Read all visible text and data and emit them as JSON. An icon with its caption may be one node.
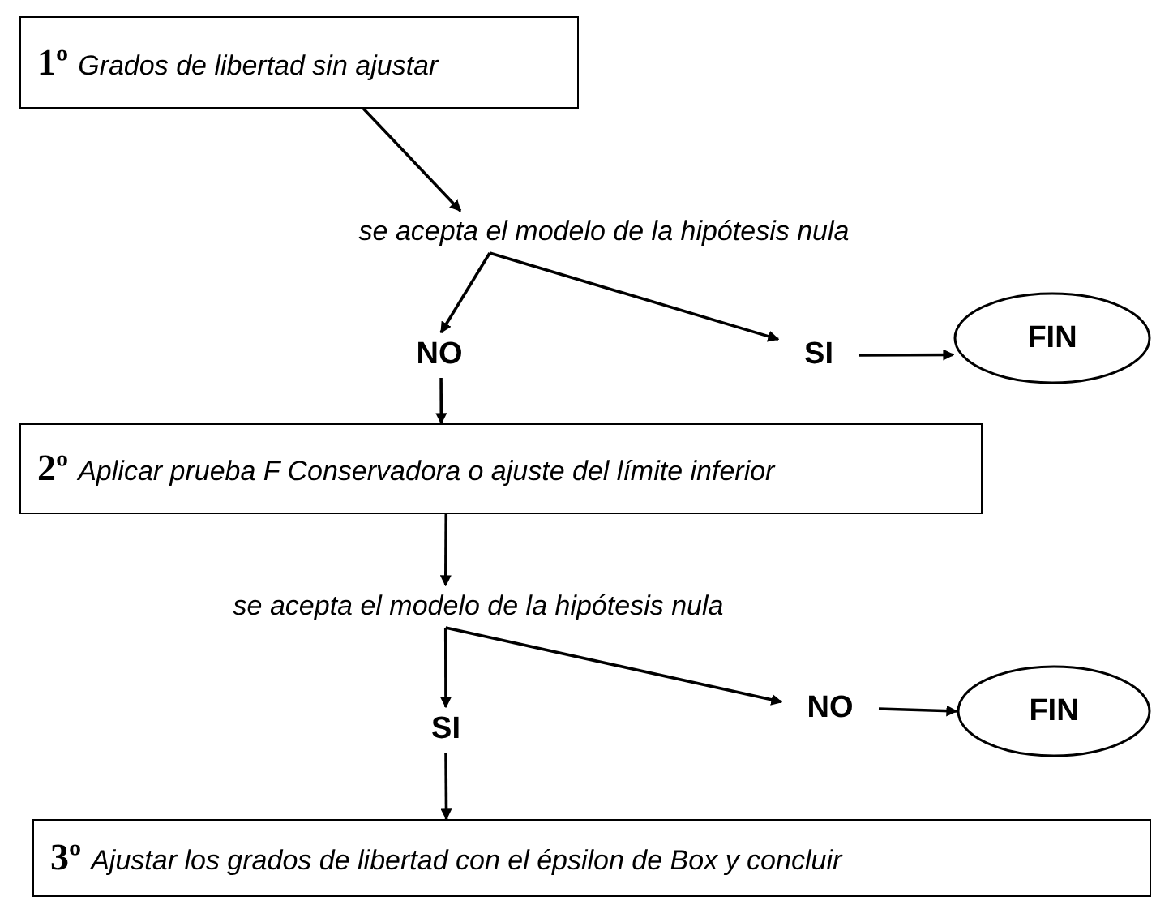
{
  "diagram": {
    "nodes": [
      {
        "text": [
          "1º",
          "Grados de libertad sin ajustar"
        ]
      },
      {
        "text": [
          "se acepta el modelo de la hipótesis nula"
        ]
      },
      {
        "text": [
          "NO"
        ]
      },
      {
        "text": [
          "SI"
        ]
      },
      {
        "text": [
          "FIN"
        ]
      },
      {
        "text": [
          "2º",
          "Aplicar prueba F Conservadora o ajuste del límite inferior"
        ]
      },
      {
        "text": [
          "se acepta el modelo de la hipótesis nula"
        ]
      },
      {
        "text": [
          "SI"
        ]
      },
      {
        "text": [
          "NO"
        ]
      },
      {
        "text": [
          "FIN"
        ]
      },
      {
        "text": [
          "3º",
          "Ajustar los grados de libertad con el épsilon de Box y concluir"
        ]
      }
    ],
    "edges": [
      {
        "from": 0,
        "to": 1,
        "arrow": "to"
      },
      {
        "from": 1,
        "to": 2,
        "arrow": "to"
      },
      {
        "from": 1,
        "to": 3,
        "arrow": "to"
      },
      {
        "from": 3,
        "to": 4,
        "arrow": "to"
      },
      {
        "from": 2,
        "to": 5,
        "arrow": "to"
      },
      {
        "from": 5,
        "to": 6,
        "arrow": "to"
      },
      {
        "from": 6,
        "to": 7,
        "arrow": "to"
      },
      {
        "from": 6,
        "to": 8,
        "arrow": "to"
      },
      {
        "from": 8,
        "to": 9,
        "arrow": "to"
      },
      {
        "from": 7,
        "to": 10,
        "arrow": "to"
      }
    ]
  }
}
